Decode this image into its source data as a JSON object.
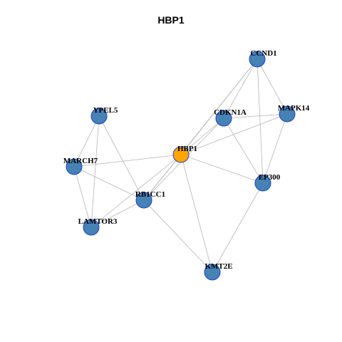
{
  "title": "HBP1",
  "colors": {
    "default_node": "#4682b4",
    "hub_node": "#ffa500",
    "node_stroke": "#1f3fd0",
    "edge": "#b5b5b5"
  },
  "nodes": [
    {
      "id": "HBP1",
      "label": "HBP1",
      "hub": true
    },
    {
      "id": "CCND1",
      "label": "CCND1",
      "hub": false
    },
    {
      "id": "MAPK14",
      "label": "MAPK14",
      "hub": false
    },
    {
      "id": "CDKN1A",
      "label": "CDKN1A",
      "hub": false
    },
    {
      "id": "YPEL5",
      "label": "YPEL5",
      "hub": false
    },
    {
      "id": "MARCH7",
      "label": "MARCH7",
      "hub": false
    },
    {
      "id": "EP300",
      "label": "EP300",
      "hub": false
    },
    {
      "id": "RB1CC1",
      "label": "RB1CC1",
      "hub": false
    },
    {
      "id": "LAMTOR3",
      "label": "LAMTOR3",
      "hub": false
    },
    {
      "id": "KMT2E",
      "label": "KMT2E",
      "hub": false
    }
  ],
  "edges": [
    [
      "HBP1",
      "CCND1"
    ],
    [
      "HBP1",
      "MAPK14"
    ],
    [
      "HBP1",
      "CDKN1A"
    ],
    [
      "HBP1",
      "MARCH7"
    ],
    [
      "HBP1",
      "EP300"
    ],
    [
      "HBP1",
      "RB1CC1"
    ],
    [
      "HBP1",
      "LAMTOR3"
    ],
    [
      "HBP1",
      "KMT2E"
    ],
    [
      "CCND1",
      "MAPK14"
    ],
    [
      "CCND1",
      "CDKN1A"
    ],
    [
      "CCND1",
      "EP300"
    ],
    [
      "CCND1",
      "RB1CC1"
    ],
    [
      "MAPK14",
      "CDKN1A"
    ],
    [
      "MAPK14",
      "EP300"
    ],
    [
      "CDKN1A",
      "EP300"
    ],
    [
      "CDKN1A",
      "RB1CC1"
    ],
    [
      "YPEL5",
      "MARCH7"
    ],
    [
      "YPEL5",
      "LAMTOR3"
    ],
    [
      "YPEL5",
      "RB1CC1"
    ],
    [
      "MARCH7",
      "LAMTOR3"
    ],
    [
      "MARCH7",
      "RB1CC1"
    ],
    [
      "RB1CC1",
      "LAMTOR3"
    ],
    [
      "RB1CC1",
      "KMT2E"
    ],
    [
      "EP300",
      "KMT2E"
    ]
  ]
}
